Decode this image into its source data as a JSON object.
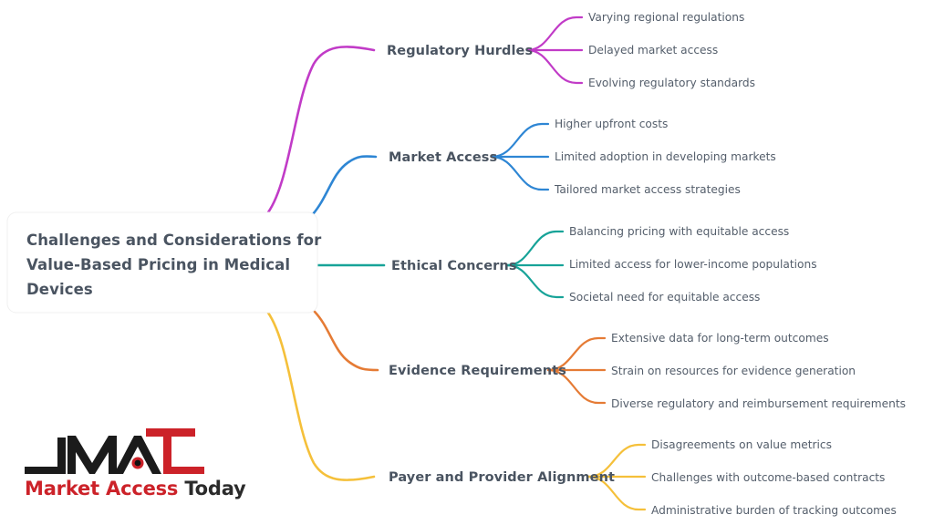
{
  "root": {
    "title": "Challenges and Considerations for Value-Based Pricing in Medical Devices",
    "line1": "Challenges and Considerations for",
    "line2": "Value-Based Pricing in Medical",
    "line3": "Devices",
    "text_color": "#4a5461",
    "background": "#ffffff"
  },
  "colors": {
    "regulatory": "#C13BC7",
    "market": "#2E86D4",
    "ethical": "#17A398",
    "evidence": "#E57B35",
    "payer": "#F5C03A",
    "leaf_text": "#545e6b",
    "branch_text": "#4a5461",
    "canvas": "#ffffff"
  },
  "branches": [
    {
      "id": "regulatory-hurdles",
      "label": "Regulatory Hurdles",
      "color": "#C13BC7",
      "leaves": [
        "Varying regional regulations",
        "Delayed market access",
        "Evolving regulatory standards"
      ]
    },
    {
      "id": "market-access",
      "label": "Market Access",
      "color": "#2E86D4",
      "leaves": [
        "Higher upfront costs",
        "Limited adoption in developing markets",
        "Tailored market access strategies"
      ]
    },
    {
      "id": "ethical-concerns",
      "label": "Ethical Concerns",
      "color": "#17A398",
      "leaves": [
        "Balancing pricing with equitable access",
        "Limited access for lower-income populations",
        "Societal need for equitable access"
      ]
    },
    {
      "id": "evidence-requirements",
      "label": "Evidence Requirements",
      "color": "#E57B35",
      "leaves": [
        "Extensive data for long-term outcomes",
        "Strain on resources for evidence generation",
        "Diverse regulatory and reimbursement requirements"
      ]
    },
    {
      "id": "payer-and-provider-alignment",
      "label": "Payer and Provider Alignment",
      "color": "#F5C03A",
      "leaves": [
        "Disagreements on value metrics",
        "Challenges with outcome-based contracts",
        "Administrative burden of tracking outcomes"
      ]
    }
  ],
  "logo": {
    "mark_text": "MAT",
    "word_red": "Market Access",
    "word_dark": " Today",
    "red": "#CC2229",
    "dark": "#2b2b2b"
  }
}
